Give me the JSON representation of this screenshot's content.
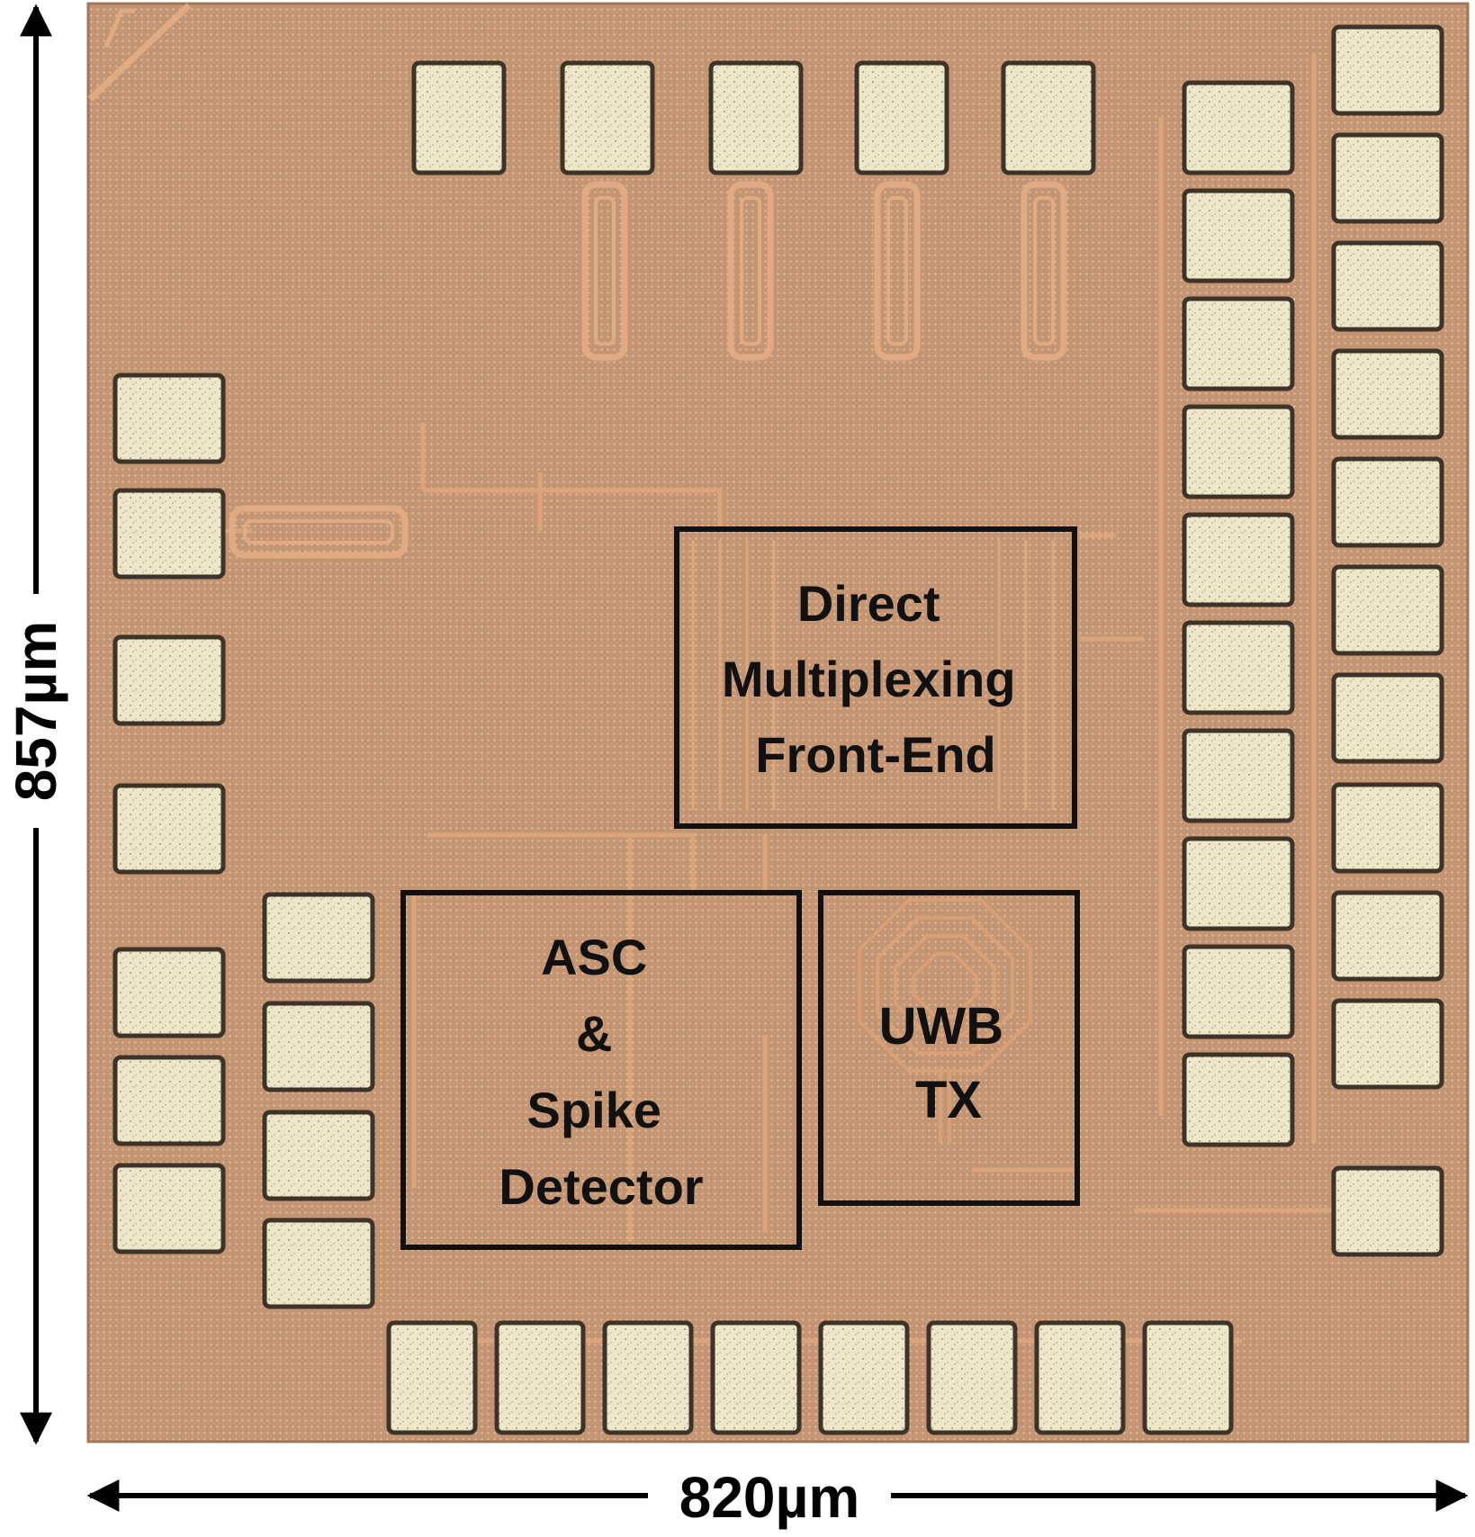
{
  "dimensions": {
    "height_label": "857µm",
    "width_label": "820µm"
  },
  "blocks": {
    "front_end": {
      "lines": [
        "Direct",
        "Multiplexing",
        "Front-End"
      ]
    },
    "asc": {
      "lines": [
        "ASC",
        "&",
        "Spike",
        "Detector"
      ]
    },
    "uwb": {
      "lines": [
        "UWB",
        "TX"
      ]
    }
  },
  "colors": {
    "die": "#c39372",
    "die_dark": "#a87d5e",
    "trace": "#d9a27a",
    "pad_fill": "#ebe6c6",
    "pad_border": "#3e3329",
    "outline": "#111111"
  }
}
